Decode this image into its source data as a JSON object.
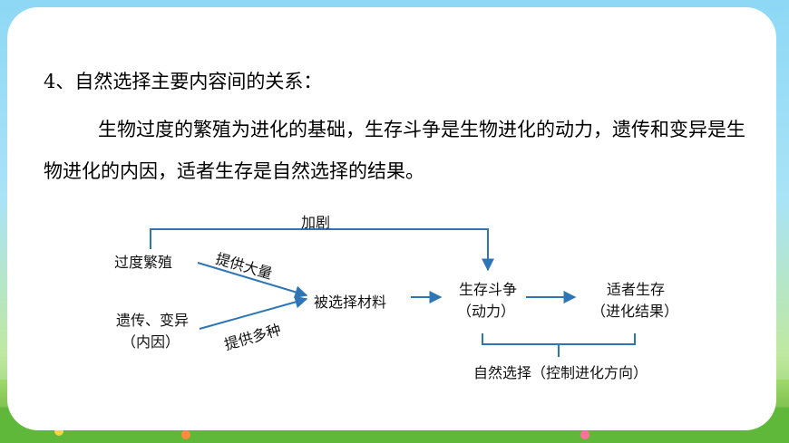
{
  "heading": "4、自然选择主要内容间的关系：",
  "paragraph": "生物过度的繁殖为进化的基础，生存斗争是生物进化的动力，遗传和变异是生物进化的内因，适者生存是自然选择的结果。",
  "diagram": {
    "node_overbreeding": "过度繁殖",
    "node_heredity": "遗传、变异",
    "node_heredity_sub": "（内因）",
    "node_material": "被选择材料",
    "node_struggle": "生存斗争",
    "node_struggle_sub": "（动力）",
    "node_survival": "适者生存",
    "node_survival_sub": "（进化结果）",
    "node_selection": "自然选择（控制进化方向）",
    "edge_intensify": "加剧",
    "edge_provide_large": "提供大量",
    "edge_provide_many": "提供多种"
  },
  "colors": {
    "arrow": "#2e75b6",
    "text": "#000000"
  }
}
